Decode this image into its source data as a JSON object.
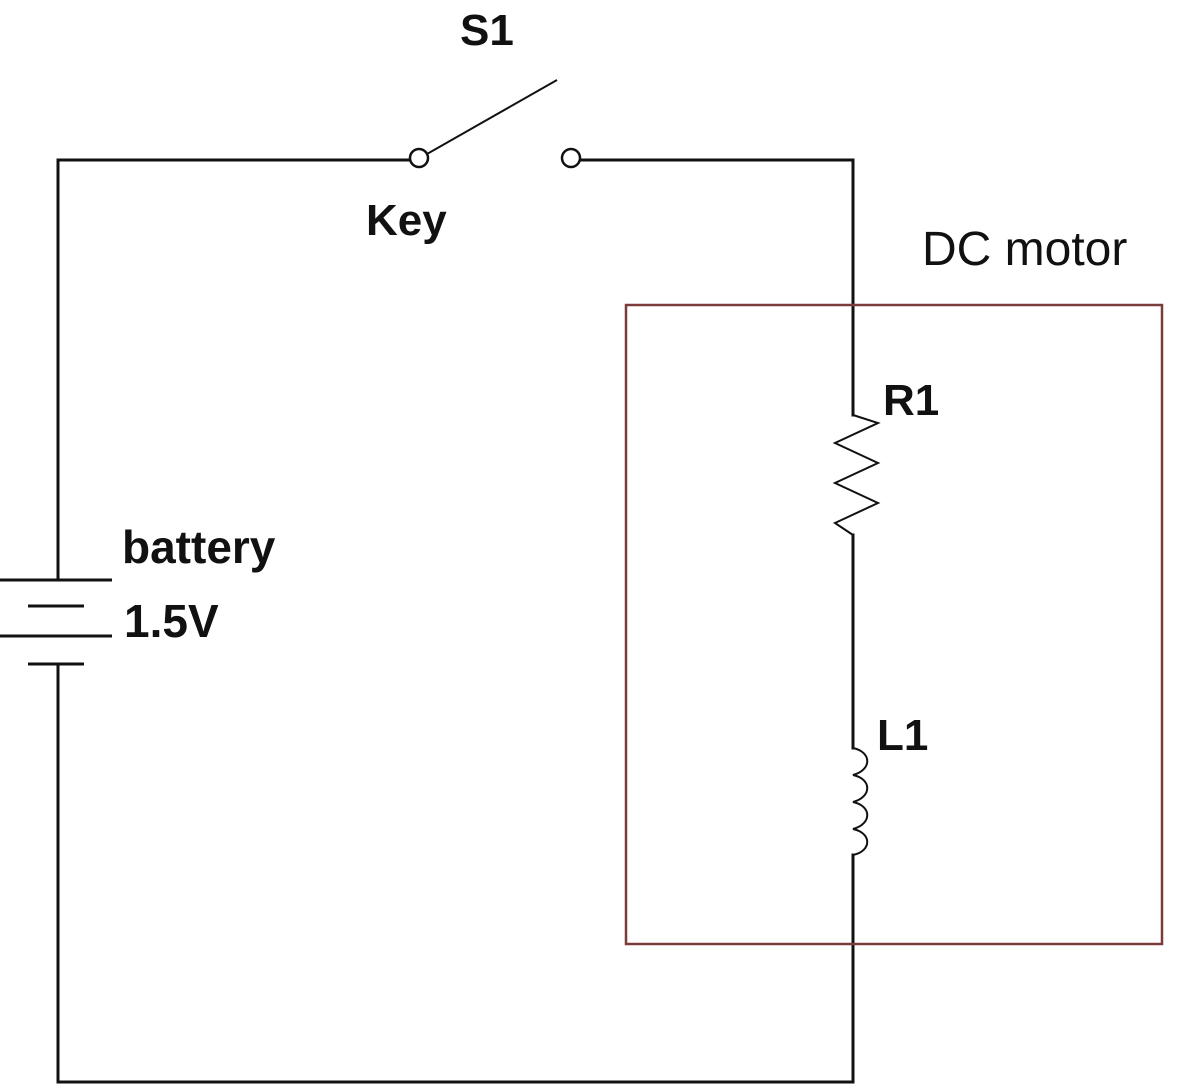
{
  "labels": {
    "switch": "S1",
    "key": "Key",
    "motor": "DC motor",
    "resistor": "R1",
    "inductor": "L1",
    "battery_name": "battery",
    "battery_voltage": "1.5V"
  },
  "colors": {
    "wire": "#111111",
    "motor_box": "#7a3b3b",
    "background": "#ffffff"
  }
}
